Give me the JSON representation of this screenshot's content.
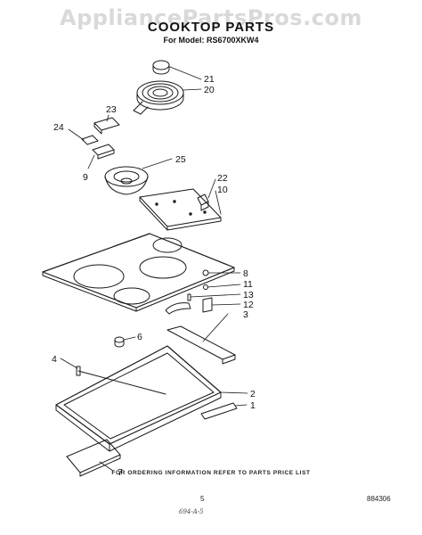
{
  "watermark": "AppliancePartsPros.com",
  "title": "COOKTOP PARTS",
  "model_line": "For Model: RS6700XKW4",
  "part_labels": [
    "21",
    "20",
    "23",
    "24",
    "9",
    "25",
    "22",
    "10",
    "8",
    "11",
    "13",
    "12",
    "3",
    "6",
    "4",
    "2",
    "1",
    "7"
  ],
  "footer": {
    "ordering_note": "FOR ORDERING INFORMATION REFER TO PARTS PRICE LIST",
    "page_number": "5",
    "doc_code": "884306",
    "handwritten": "694-A-5"
  }
}
